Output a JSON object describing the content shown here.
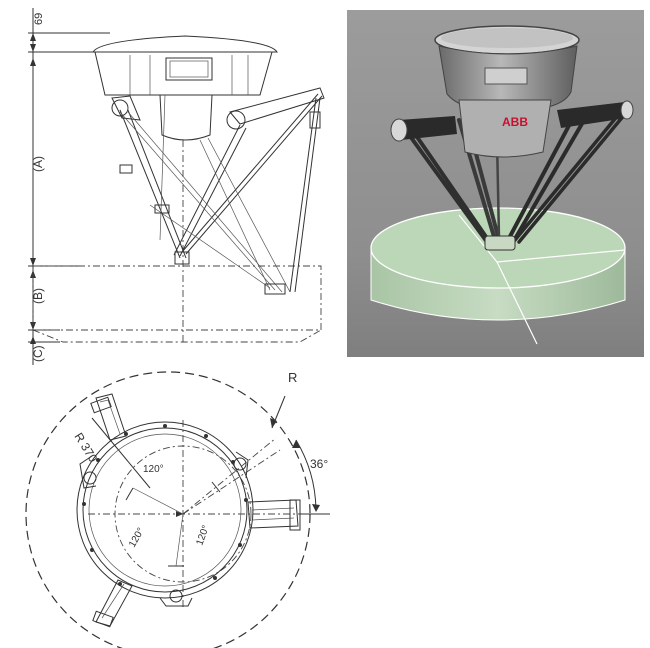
{
  "side_view": {
    "dim_top": "69",
    "dim_a": "(A)",
    "dim_b": "(B)",
    "dim_c": "(C)"
  },
  "render_view": {
    "brand": "ABB",
    "colors": {
      "background": "#9a9a9a",
      "workspace": "#bcd6b8",
      "brand_red": "#c8102e"
    }
  },
  "top_view": {
    "radius_label": "R",
    "radius_370": "R 370",
    "angle_36": "36°",
    "angle_120_top": "120°",
    "angle_120_left": "120°",
    "angle_120_right": "120°"
  }
}
